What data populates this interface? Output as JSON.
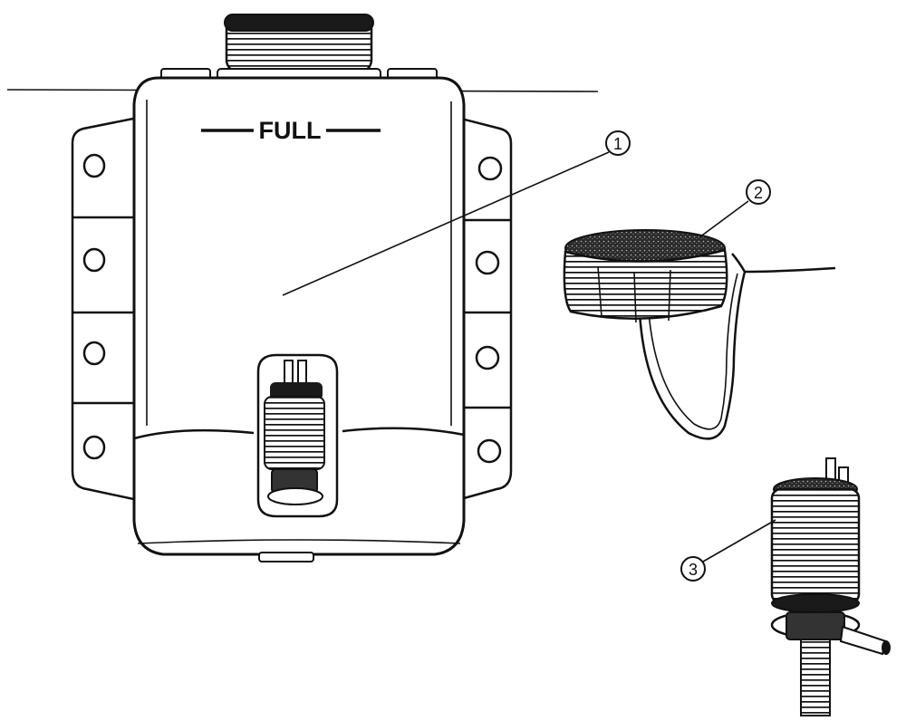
{
  "diagram": {
    "tank_label": "FULL",
    "callouts": [
      {
        "id": "1",
        "part": "reservoir"
      },
      {
        "id": "2",
        "part": "filler-cap"
      },
      {
        "id": "3",
        "part": "pump-motor"
      }
    ]
  },
  "colors": {
    "ink": "#111111",
    "background": "#ffffff"
  }
}
